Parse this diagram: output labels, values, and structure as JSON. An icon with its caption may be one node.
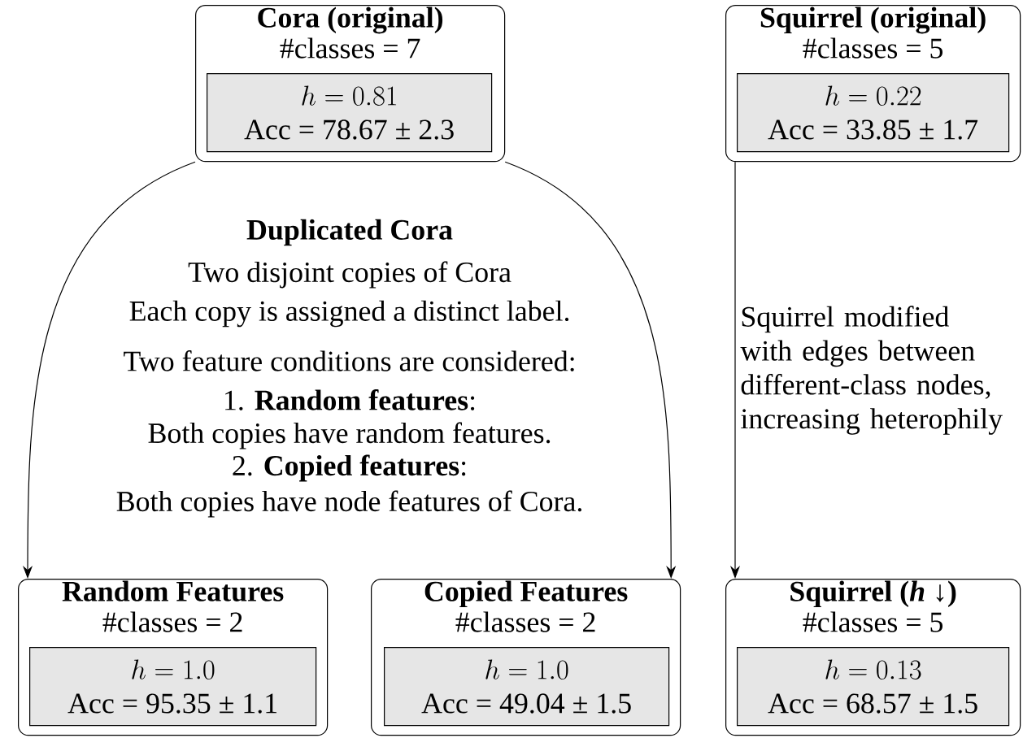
{
  "diagram": {
    "nodes": [
      {
        "text": [
          "Cora (original)",
          "#classes = 7"
        ]
      },
      {
        "text": [
          "h = 0.81",
          "Acc = 78.67 ± 2.3"
        ],
        "in": 0
      },
      {
        "text": [
          "Squirrel (original)",
          "#classes = 5"
        ]
      },
      {
        "text": [
          "h = 0.22",
          "Acc = 33.85 ± 1.7"
        ],
        "in": 2
      },
      {
        "text": [
          "Random Features",
          "#classes = 2"
        ]
      },
      {
        "text": [
          "h = 1.0",
          "Acc = 95.35 ± 1.1"
        ],
        "in": 4
      },
      {
        "text": [
          "Copied Features",
          "#classes = 2"
        ]
      },
      {
        "text": [
          "h = 1.0",
          "Acc = 49.04 ± 1.5"
        ],
        "in": 6
      },
      {
        "text": [
          "Squirrel (*h* ↓)",
          "#classes = 5"
        ]
      },
      {
        "text": [
          "h = 0.13",
          "Acc = 68.57 ± 1.5"
        ],
        "in": 8
      }
    ],
    "edges": [
      {
        "from": 0,
        "to": 4,
        "arrow": "to"
      },
      {
        "from": 0,
        "to": 6,
        "arrow": "to"
      },
      {
        "from": 2,
        "to": 8,
        "arrow": "to",
        "label": "Squirrel modified with edges between different-class nodes, increasing heterophily"
      }
    ],
    "labels": [
      "Duplicated Cora",
      "Two disjoint copies of Cora",
      "Each copy is assigned a distinct label.",
      "Two feature conditions are considered:",
      "1. **Random features**:",
      "Both copies have random features.",
      "2. **Copied features**:",
      "Both copies have node features of Cora."
    ]
  }
}
